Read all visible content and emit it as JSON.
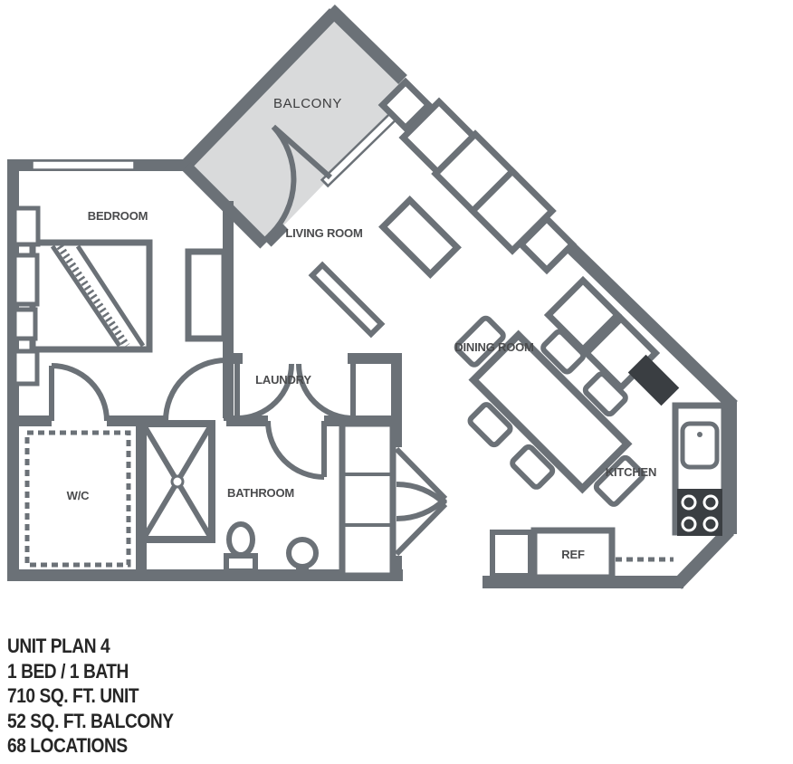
{
  "labels": {
    "balcony": "BALCONY",
    "bedroom": "BEDROOM",
    "living_room": "LIVING ROOM",
    "dining_room": "DINING ROOM",
    "kitchen": "KITCHEN",
    "laundry": "LAUNDRY",
    "bathroom": "BATHROOM",
    "wc": "W/C",
    "ref": "REF"
  },
  "info": {
    "line1": "UNIT PLAN 4",
    "line2": "1 BED / 1 BATH",
    "line3": "710 SQ. FT. UNIT",
    "line4": "52 SQ. FT. BALCONY",
    "line5": "68 LOCATIONS"
  },
  "colors": {
    "wall": "#6b7177",
    "balcony_fill": "#d9dadb",
    "appliance_dark": "#3a3e42",
    "room_label": "#4a4b4d",
    "info_text": "#262626"
  }
}
